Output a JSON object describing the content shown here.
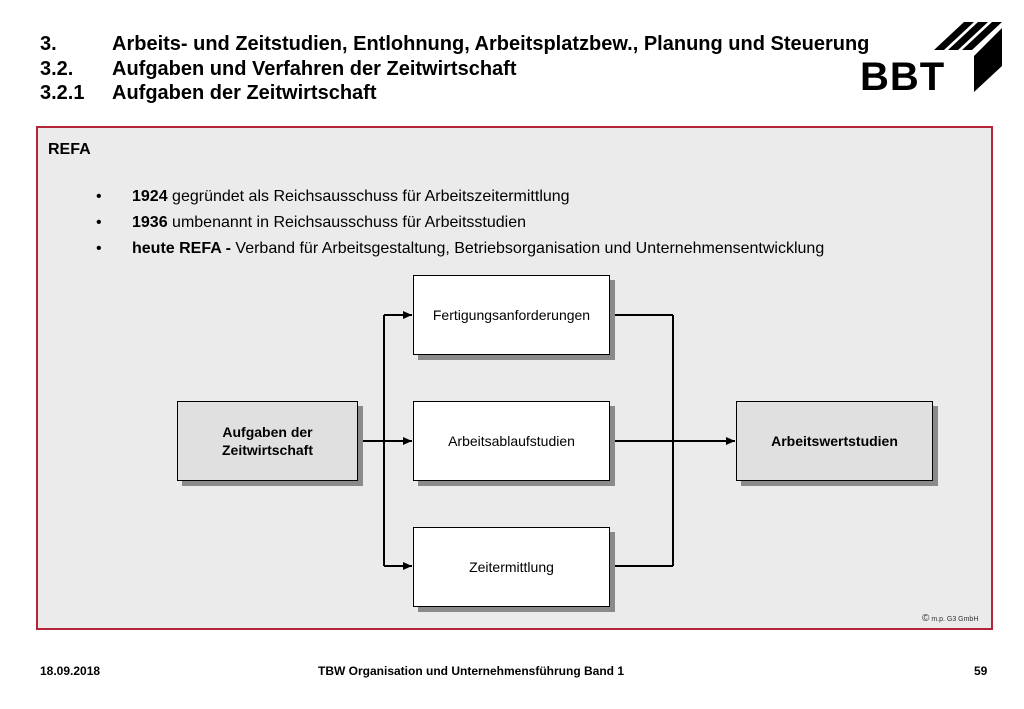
{
  "header": {
    "line1": {
      "num": "3.",
      "text": "Arbeits- und Zeitstudien, Entlohnung, Arbeitsplatzbew., Planung und Steuerung"
    },
    "line2": {
      "num": "3.2.",
      "text": "Aufgaben und Verfahren der Zeitwirtschaft"
    },
    "line3": {
      "num": "3.2.1",
      "text": "Aufgaben der Zeitwirtschaft"
    }
  },
  "logo": {
    "text": "BBT"
  },
  "content": {
    "heading": "REFA",
    "bullets": [
      {
        "bullet": "•",
        "bold": "1924",
        "rest": " gegründet als Reichsausschuss für Arbeitszeitermittlung"
      },
      {
        "bullet": "•",
        "bold": "1936",
        "rest": " umbenannt in Reichsausschuss für Arbeitsstudien"
      },
      {
        "bullet": "•",
        "bold": "heute REFA -",
        "rest": " Verband für Arbeitsgestaltung, Betriebsorganisation und Unternehmensentwicklung"
      }
    ]
  },
  "diagram": {
    "source": {
      "line1": "Aufgaben der",
      "line2": "Zeitwirtschaft"
    },
    "branches": [
      "Fertigungsanforderungen",
      "Arbeitsablaufstudien",
      "Zeitermittlung"
    ],
    "target": "Arbeitswertstudien"
  },
  "copyright": {
    "symbol": "©",
    "text": " m.p. G3 GmbH"
  },
  "footer": {
    "date": "18.09.2018",
    "title": "TBW Organisation und Unternehmensführung Band 1",
    "page": "59"
  },
  "colors": {
    "frame_border": "#b3263a",
    "panel_bg": "#ebebeb",
    "shadow": "#8a8a8a",
    "source_box": "#e0e0e0"
  }
}
